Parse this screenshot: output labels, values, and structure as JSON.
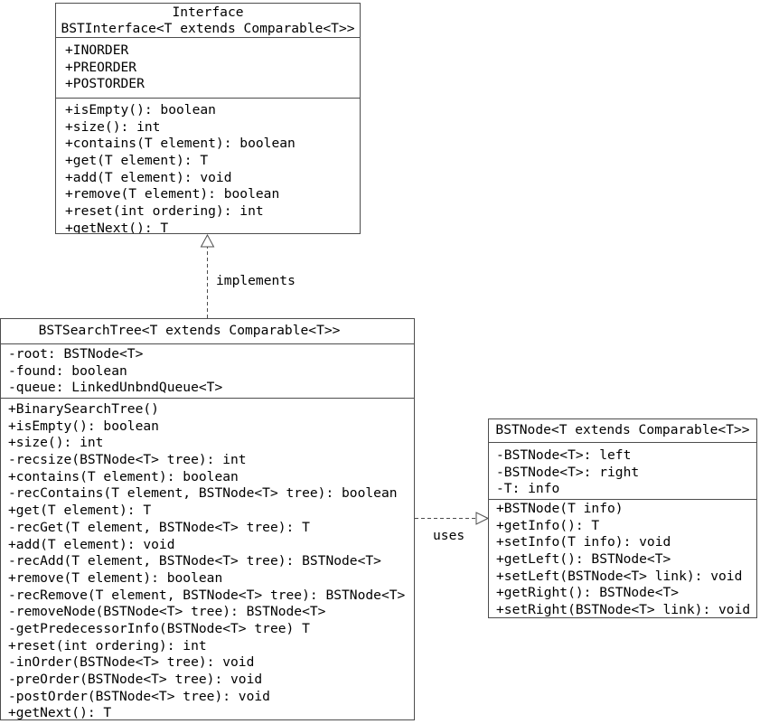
{
  "relationships": {
    "implements_label": "implements",
    "uses_label": "uses"
  },
  "colors": {
    "border": "#4d4d4d",
    "text": "#000000",
    "background": "#ffffff"
  },
  "classes": {
    "bst_interface": {
      "stereotype": "Interface",
      "name": "BSTInterface<T extends Comparable<T>>",
      "fields": [
        "+INORDER",
        "+PREORDER",
        "+POSTORDER"
      ],
      "methods": [
        "+isEmpty(): boolean",
        "+size(): int",
        "+contains(T element): boolean",
        "+get(T element): T",
        "+add(T element): void",
        "+remove(T element): boolean",
        "+reset(int ordering): int",
        "+getNext(): T"
      ]
    },
    "bst_search_tree": {
      "name": "BSTSearchTree<T extends Comparable<T>>",
      "fields": [
        "-root: BSTNode<T>",
        "-found: boolean",
        "-queue: LinkedUnbndQueue<T>"
      ],
      "methods": [
        "+BinarySearchTree()",
        "+isEmpty(): boolean",
        "+size(): int",
        "-recsize(BSTNode<T> tree): int",
        "+contains(T element): boolean",
        "-recContains(T element, BSTNode<T> tree): boolean",
        "+get(T element): T",
        "-recGet(T element, BSTNode<T> tree): T",
        "+add(T element): void",
        "-recAdd(T element, BSTNode<T> tree): BSTNode<T>",
        "+remove(T element): boolean",
        "-recRemove(T element, BSTNode<T> tree): BSTNode<T>",
        "-removeNode(BSTNode<T> tree): BSTNode<T>",
        "-getPredecessorInfo(BSTNode<T> tree) T",
        "+reset(int ordering): int",
        "-inOrder(BSTNode<T> tree): void",
        "-preOrder(BSTNode<T> tree): void",
        "-postOrder(BSTNode<T> tree): void",
        "+getNext(): T"
      ]
    },
    "bst_node": {
      "name": "BSTNode<T extends Comparable<T>>",
      "fields": [
        "-BSTNode<T>: left",
        "-BSTNode<T>: right",
        "-T: info"
      ],
      "methods": [
        "+BSTNode(T info)",
        "+getInfo(): T",
        "+setInfo(T info): void",
        "+getLeft(): BSTNode<T>",
        "+setLeft(BSTNode<T> link): void",
        "+getRight(): BSTNode<T>",
        "+setRight(BSTNode<T> link): void"
      ]
    }
  }
}
